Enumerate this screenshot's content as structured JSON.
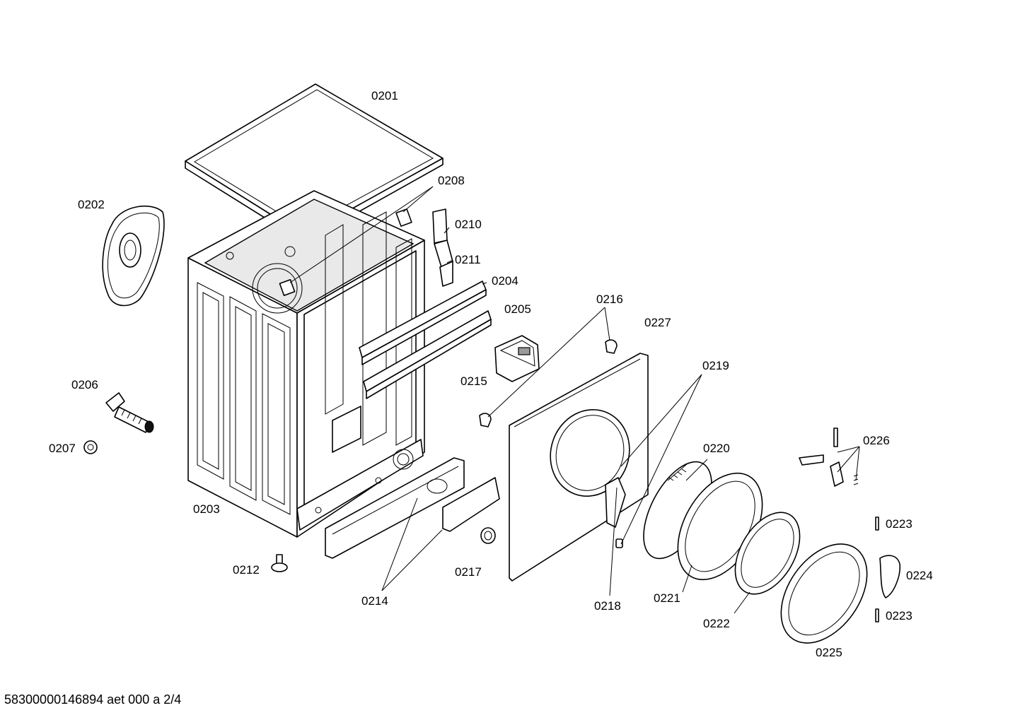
{
  "labels": {
    "p0201": "0201",
    "p0202": "0202",
    "p0203": "0203",
    "p0204": "0204",
    "p0205": "0205",
    "p0206": "0206",
    "p0207": "0207",
    "p0208": "0208",
    "p0210": "0210",
    "p0211": "0211",
    "p0212": "0212",
    "p0214": "0214",
    "p0215": "0215",
    "p0216": "0216",
    "p0217": "0217",
    "p0218": "0218",
    "p0219": "0219",
    "p0220": "0220",
    "p0221": "0221",
    "p0222": "0222",
    "p0223a": "0223",
    "p0223b": "0223",
    "p0224": "0224",
    "p0225": "0225",
    "p0226": "0226",
    "p0227": "0227"
  },
  "footer": "58300000146894 aet 000 a 2/4",
  "colors": {
    "line": "#000000",
    "background": "#ffffff",
    "shade": "#e9e9e9"
  }
}
